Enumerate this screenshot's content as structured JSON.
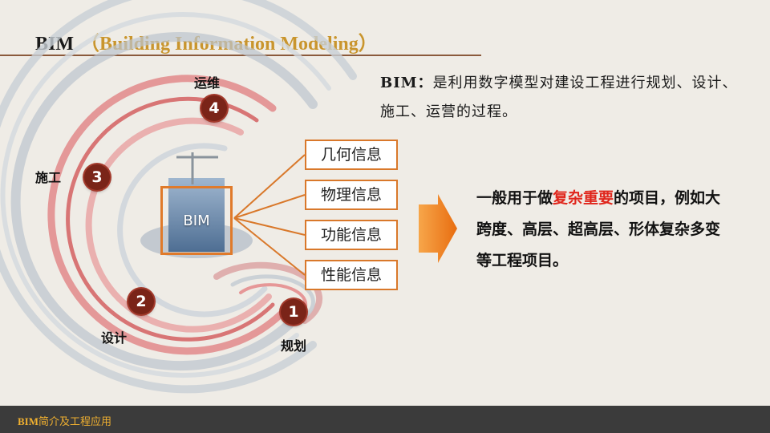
{
  "header": {
    "title_main": "BIM",
    "title_sub": "（Building Information Modeling）"
  },
  "definition": {
    "keyword": "BIM：",
    "text": "是利用数字模型对建设工程进行规划、设计、施工、运营的过程。"
  },
  "lifecycle": {
    "stages": [
      {
        "number": "1",
        "label": "规划"
      },
      {
        "number": "2",
        "label": "设计"
      },
      {
        "number": "3",
        "label": "施工"
      },
      {
        "number": "4",
        "label": "运维"
      }
    ],
    "center_label": "BIM"
  },
  "info_boxes": [
    "几何信息",
    "物理信息",
    "功能信息",
    "性能信息"
  ],
  "usage": {
    "part1": "一般用于做",
    "highlight": "复杂重要",
    "part2": "的项目，例如大跨度、高层、超高层、形体复杂多变等工程项目。"
  },
  "footer": {
    "brand": "BIM",
    "text": "简介及工程应用"
  },
  "colors": {
    "accent_orange": "#e07a2a",
    "highlight_red": "#e0261c",
    "badge": "#7a2418",
    "footer_text": "#f0b030"
  }
}
